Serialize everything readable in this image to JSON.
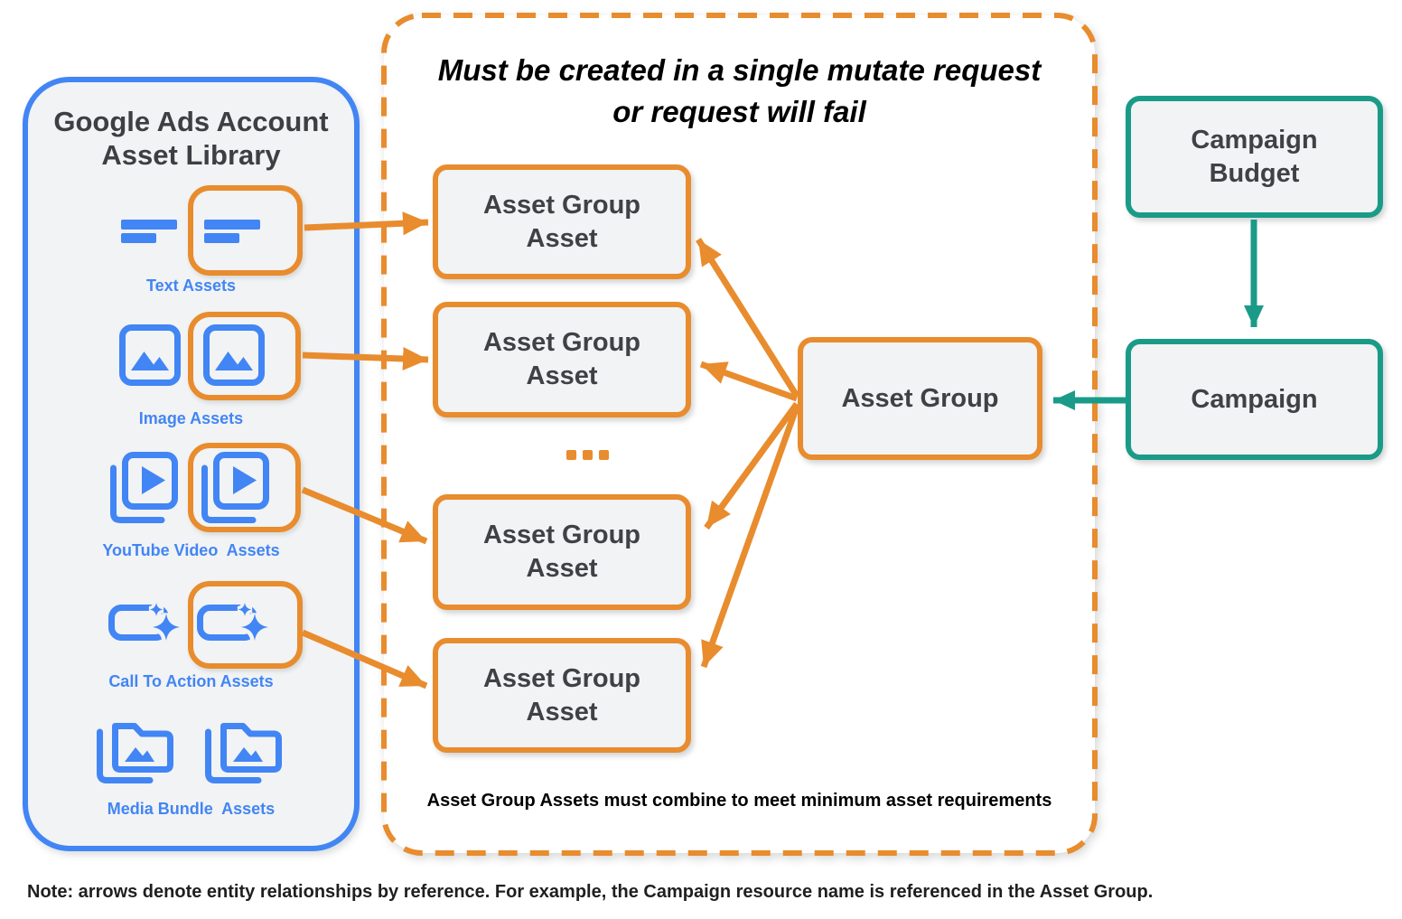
{
  "colors": {
    "orange": "#E88C2E",
    "blue": "#4285F4",
    "teal": "#1A9B88",
    "dark_text": "#3C4043",
    "box_fill": "#F1F3F4",
    "background": "#FFFFFF"
  },
  "asset_library": {
    "title": "Google Ads Account\nAsset Library",
    "rows": [
      {
        "label": "Text Assets",
        "icon": "text-asset-icon"
      },
      {
        "label": "Image Assets",
        "icon": "image-asset-icon"
      },
      {
        "label": "YouTube Video  Assets",
        "icon": "youtube-video-asset-icon"
      },
      {
        "label": "Call To Action Assets",
        "icon": "call-to-action-asset-icon"
      },
      {
        "label": "Media Bundle  Assets",
        "icon": "media-bundle-asset-icon"
      }
    ]
  },
  "mutate_panel": {
    "title": "Must be created in a single mutate request\nor request will fail",
    "boxes": [
      "Asset Group\nAsset",
      "Asset Group\nAsset",
      "Asset Group\nAsset",
      "Asset Group\nAsset"
    ],
    "ellipsis": "...",
    "footnote": "Asset Group Assets must combine to meet minimum asset requirements"
  },
  "asset_group": {
    "label": "Asset Group"
  },
  "campaign_budget": {
    "label": "Campaign\nBudget"
  },
  "campaign": {
    "label": "Campaign"
  },
  "note": "Note: arrows denote entity relationships by reference. For example, the Campaign resource name is referenced in the Asset Group."
}
